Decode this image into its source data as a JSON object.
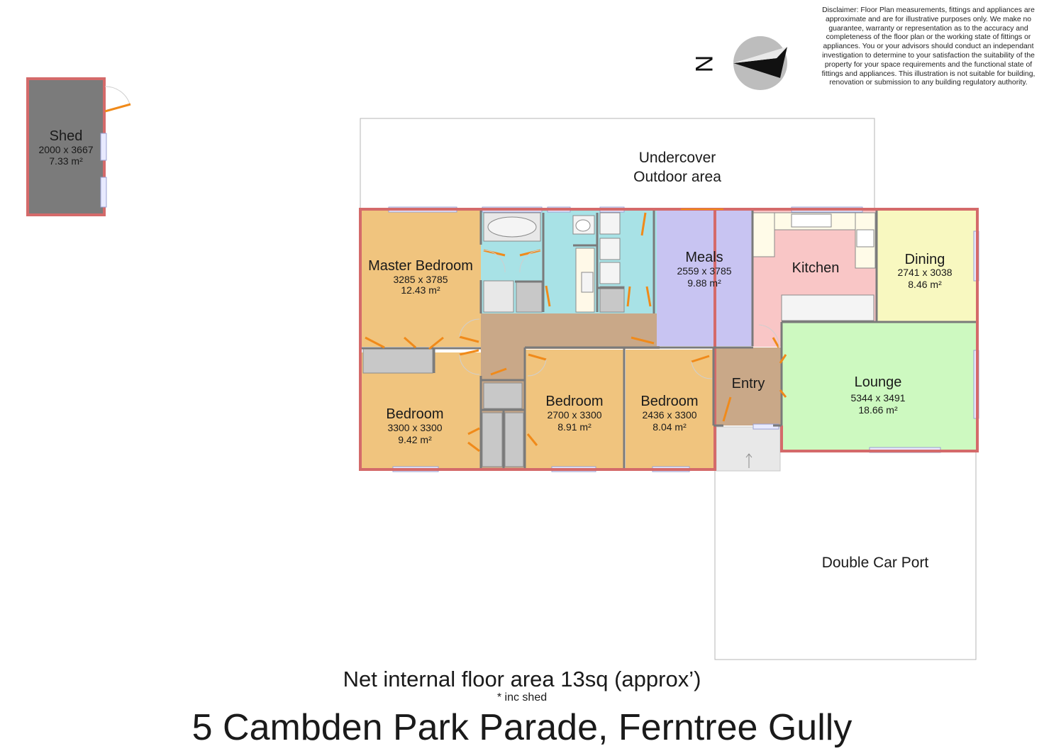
{
  "disclaimer": "Disclaimer: Floor Plan measurements, fittings and appliances are approximate and are for illustrative purposes only. We make no guarantee, warranty or representation as to the accuracy and completeness of the floor plan or the working state of fittings or appliances. You or your advisors should conduct an independant investigation to determine to your satisfaction the suitability of the property for your space requirements and the functional state of fittings and appliances. This illustration is not suitable for building, renovation or submission to any building regulatory authority.",
  "compass": {
    "letter": "N"
  },
  "outdoor": {
    "line1": "Undercover",
    "line2": "Outdoor area"
  },
  "carport": {
    "label": "Double Car Port"
  },
  "rooms": {
    "shed": {
      "name": "Shed",
      "dims": "2000 x 3667",
      "area": "7.33 m²"
    },
    "master": {
      "name": "Master Bedroom",
      "dims": "3285 x 3785",
      "area": "12.43 m²"
    },
    "meals": {
      "name": "Meals",
      "dims": "2559 x 3785",
      "area": "9.88 m²"
    },
    "kitchen": {
      "name": "Kitchen"
    },
    "dining": {
      "name": "Dining",
      "dims": "2741 x 3038",
      "area": "8.46 m²"
    },
    "bed2": {
      "name": "Bedroom",
      "dims": "3300 x 3300",
      "area": "9.42 m²"
    },
    "bed3": {
      "name": "Bedroom",
      "dims": "2700 x 3300",
      "area": "8.91 m²"
    },
    "bed4": {
      "name": "Bedroom",
      "dims": "2436 x 3300",
      "area": "8.04 m²"
    },
    "entry": {
      "name": "Entry"
    },
    "lounge": {
      "name": "Lounge",
      "dims": "5344 x 3491",
      "area": "18.66 m²"
    }
  },
  "colors": {
    "bedroom": "#f0c47e",
    "wet": "#a8e2e6",
    "hall": "#c9a888",
    "meals": "#c8c4f2",
    "kitchen": "#f9c6c6",
    "dining": "#f8f8c0",
    "lounge": "#cdf9c0",
    "wall": "#d46a6a",
    "door": "#f08a1a",
    "shed": "#7b7b7b"
  },
  "footer": {
    "floor_area": "Net internal floor area 13sq (approx’)",
    "note": "* inc shed",
    "address": "5 Cambden Park Parade, Ferntree Gully"
  }
}
